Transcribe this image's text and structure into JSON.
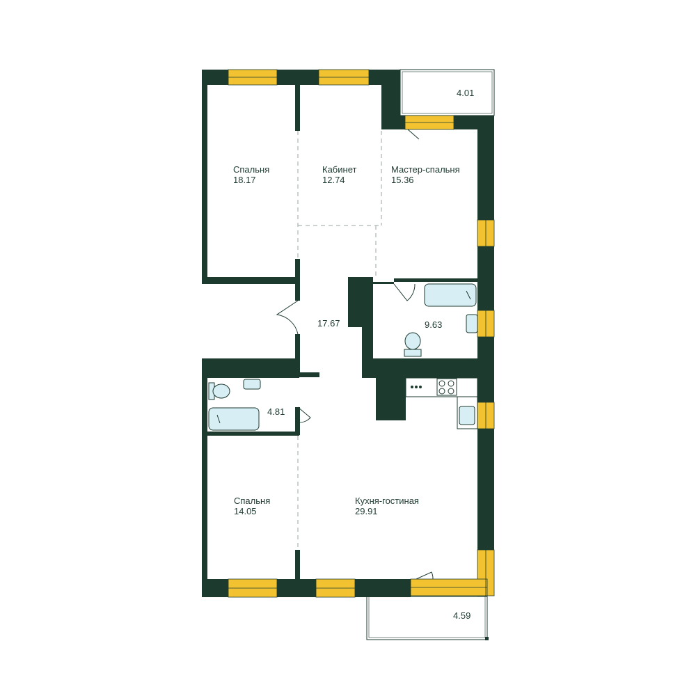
{
  "rooms": {
    "bedroom_1": {
      "name": "Спальня",
      "area": "18.17"
    },
    "study": {
      "name": "Кабинет",
      "area": "12.74"
    },
    "master_bedroom": {
      "name": "Мастер-спальня",
      "area": "15.36"
    },
    "hallway": {
      "area": "17.67"
    },
    "bathroom_master": {
      "area": "9.63"
    },
    "bathroom_small": {
      "area": "4.81"
    },
    "bedroom_2": {
      "name": "Спальня",
      "area": "14.05"
    },
    "kitchen_living": {
      "name": "Кухня-гостиная",
      "area": "29.91"
    },
    "balcony_top": {
      "area": "4.01"
    },
    "balcony_bottom": {
      "area": "4.59"
    }
  },
  "colors": {
    "wall": "#1d3a2f",
    "window": "#f2c230",
    "fixture": "#d8eef5",
    "text": "#1d3a2f"
  }
}
